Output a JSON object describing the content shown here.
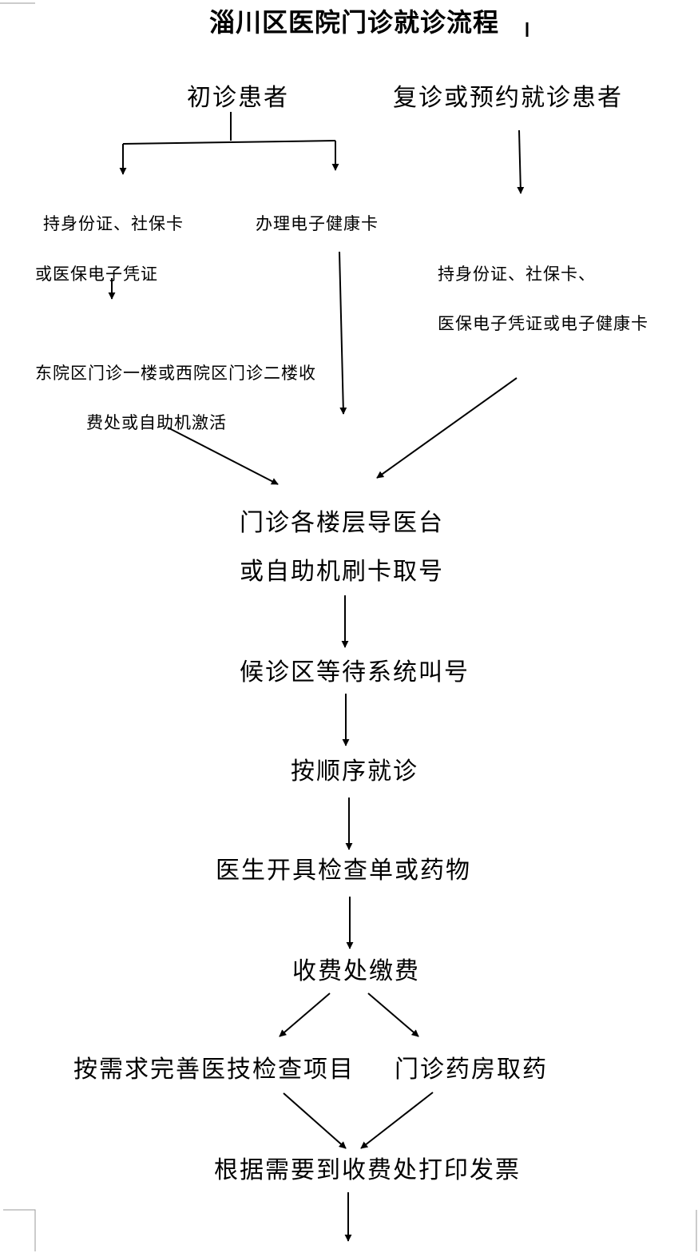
{
  "title": "淄川区医院门诊就诊流程",
  "nodes": {
    "first_visit": "初诊患者",
    "return_visit": "复诊或预约就诊患者",
    "id_card_line1": "持身份证、社保卡",
    "id_card_line2": "或医保电子凭证",
    "e_health_card": "办理电子健康卡",
    "return_docs_line1": "持身份证、社保卡、",
    "return_docs_line2": "医保电子凭证或电子健康卡",
    "activate_line1": "东院区门诊一楼或西院区门诊二楼收",
    "activate_line2": "费处或自助机激活",
    "get_number_line1": "门诊各楼层导医台",
    "get_number_line2": "或自助机刷卡取号",
    "wait_call": "候诊区等待系统叫号",
    "consult": "按顺序就诊",
    "prescribe": "医生开具检查单或药物",
    "pay": "收费处缴费",
    "exam": "按需求完善医技检查项目",
    "pharmacy": "门诊药房取药",
    "invoice": "根据需要到收费处打印发票"
  }
}
